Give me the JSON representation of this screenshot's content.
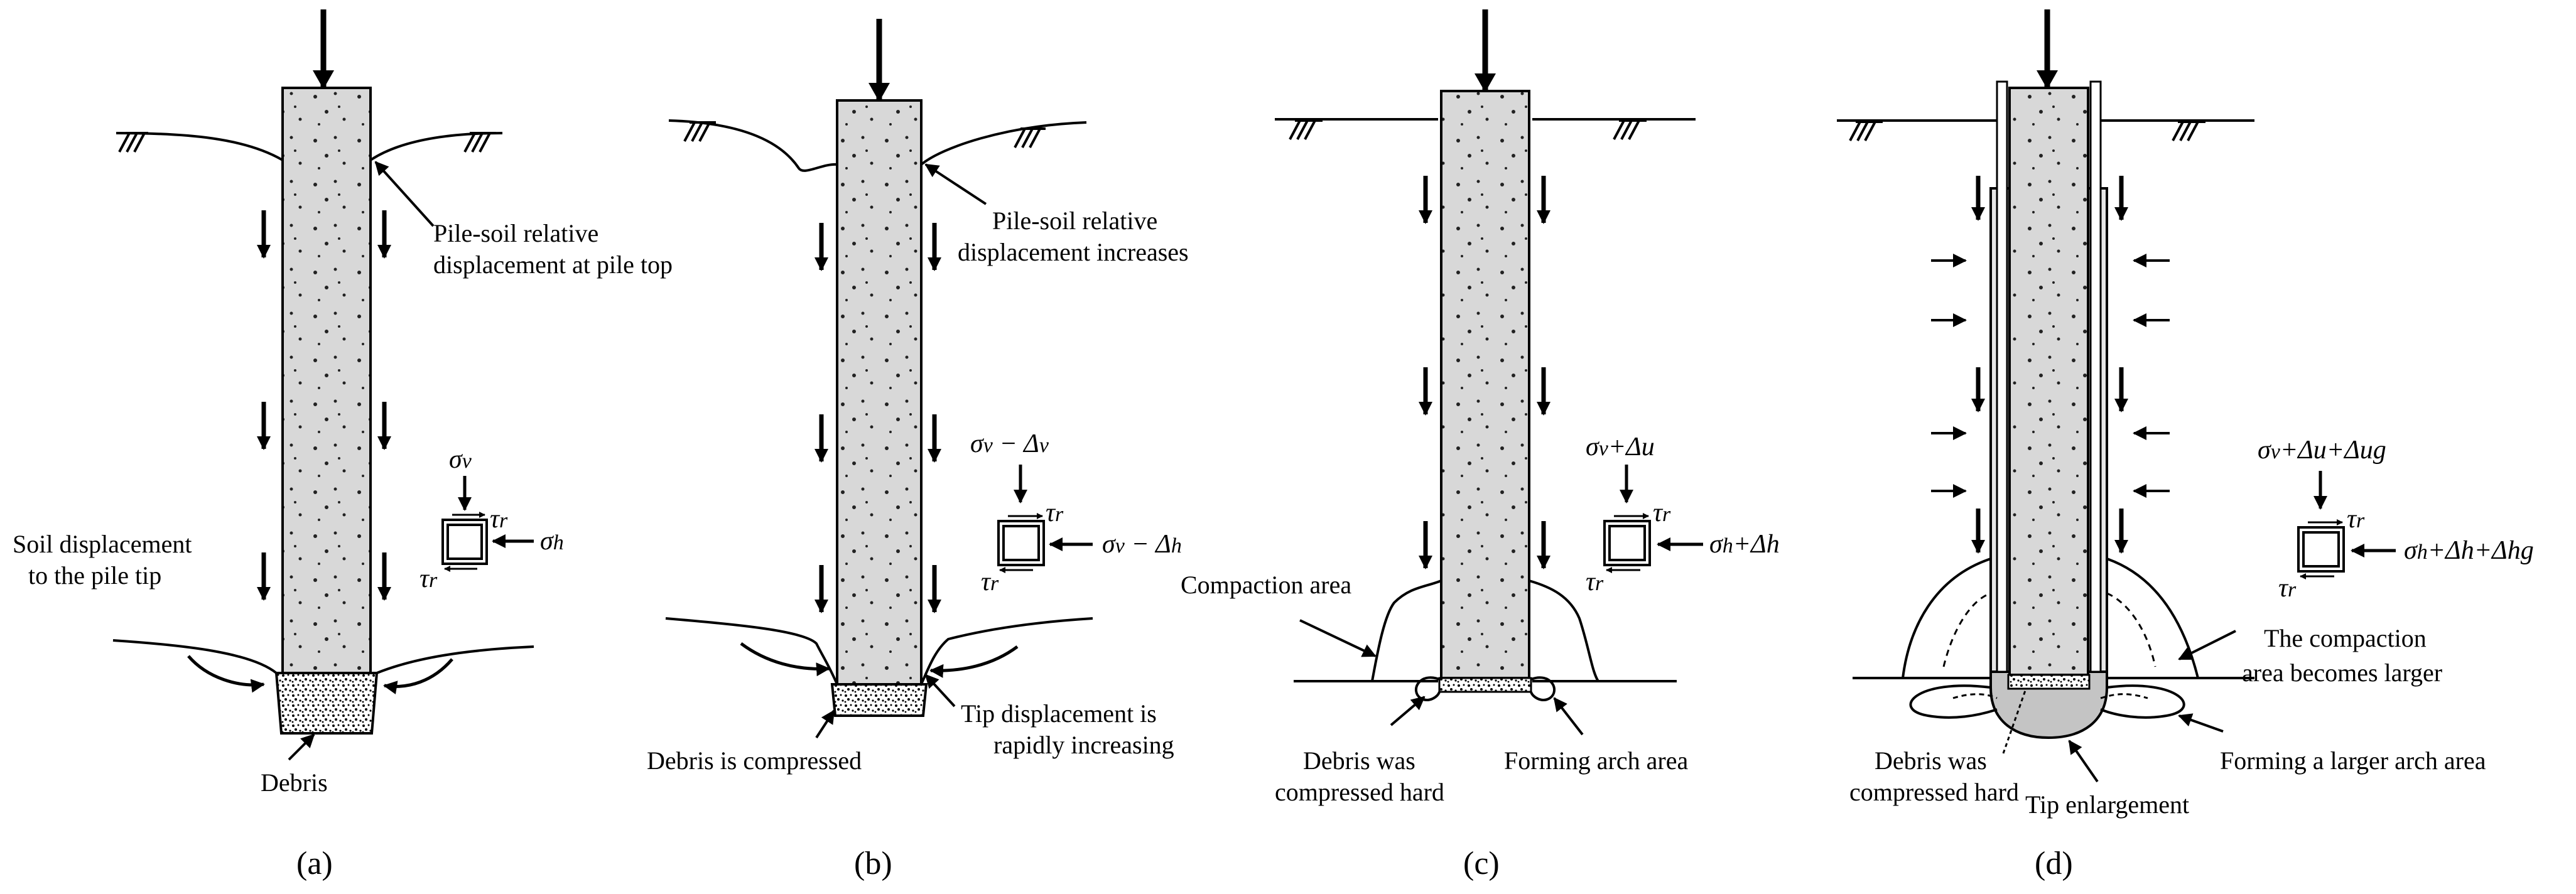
{
  "colors": {
    "pile_fill": "#d8d8d8",
    "tip_fill": "#c4c4c4",
    "line": "#000000",
    "background": "#ffffff"
  },
  "panel_a": {
    "caption": "(a)",
    "label_top": [
      "Pile-soil relative",
      "displacement at pile top"
    ],
    "label_soil": [
      "Soil displacement",
      "to the pile tip"
    ],
    "label_debris": "Debris",
    "stress": {
      "v_sym": "σ",
      "v_sub": "v",
      "h_sym": "σ",
      "h_sub": "h",
      "tau_sym": "τ",
      "tau_sub": "r"
    }
  },
  "panel_b": {
    "caption": "(b)",
    "label_top": [
      "Pile-soil relative",
      "displacement increases"
    ],
    "label_debris": "Debris is compressed",
    "label_tip": [
      "Tip displacement is",
      "rapidly increasing"
    ],
    "stress": {
      "v_sym": "σ",
      "v_sub": "v",
      "v_rest": " − Δ",
      "v_rest_sub": "v",
      "h_sym": "σ",
      "h_sub": "v",
      "h_rest": " − Δ",
      "h_rest_sub": "h",
      "tau_sym": "τ",
      "tau_sub": "r"
    }
  },
  "panel_c": {
    "caption": "(c)",
    "label_compaction": "Compaction area",
    "label_debris": [
      "Debris was",
      "compressed hard"
    ],
    "label_arch": "Forming arch area",
    "stress": {
      "v_sym": "σ",
      "v_sub": "v",
      "v_rest": "+Δu",
      "h_sym": "σ",
      "h_sub": "h",
      "h_rest": "+Δh",
      "tau_sym": "τ",
      "tau_sub": "r"
    }
  },
  "panel_d": {
    "caption": "(d)",
    "label_compaction": [
      "The compaction",
      "area becomes larger"
    ],
    "label_debris": [
      "Debris was",
      "compressed hard"
    ],
    "label_arch": "Forming a larger arch area",
    "label_tip": "Tip enlargement",
    "stress": {
      "v_sym": "σ",
      "v_sub": "v",
      "v_rest": "+Δu+Δug",
      "h_sym": "σ",
      "h_sub": "h",
      "h_rest": "+Δh+Δhg",
      "tau_sym": "τ",
      "tau_sub": "r"
    }
  }
}
